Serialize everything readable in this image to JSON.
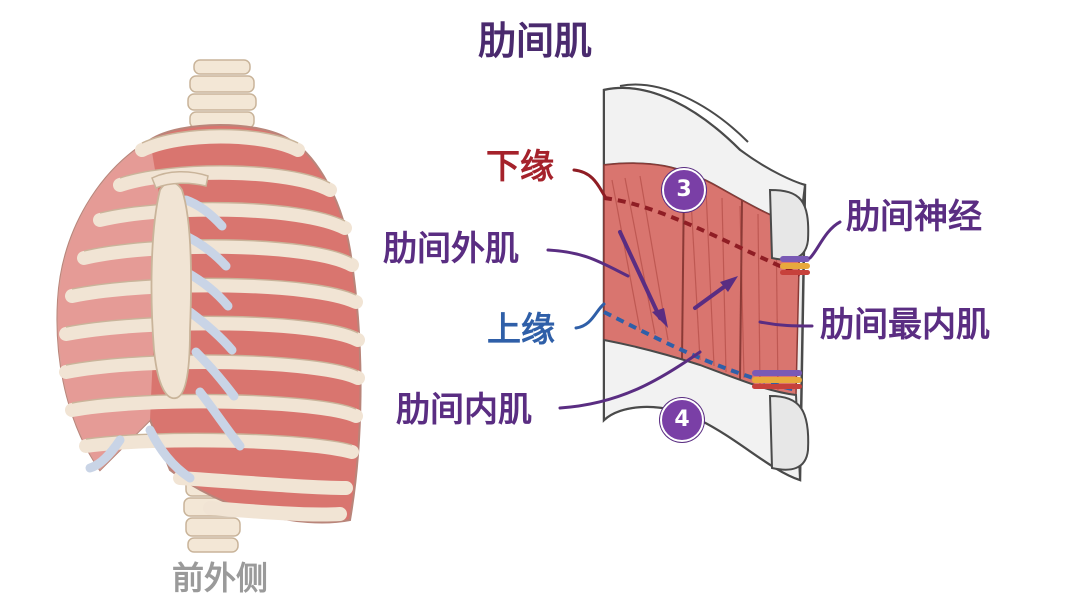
{
  "title": "肋间肌",
  "left_caption": "前外侧",
  "labels": {
    "lower_border": "下缘",
    "external_intercostal": "肋间外肌",
    "upper_border": "上缘",
    "internal_intercostal": "肋间内肌",
    "intercostal_nerve": "肋间神经",
    "innermost_intercostal": "肋间最内肌"
  },
  "rib_numbers": {
    "upper": "3",
    "lower": "4"
  },
  "colors": {
    "title": "#4a2a6e",
    "label_purple": "#5a2d82",
    "label_red": "#a5222b",
    "label_blue": "#2f5fa8",
    "muscle": "#d9756f",
    "rib": "#f1e4d4",
    "bone_panel": "#ececec",
    "cartilage": "#c9d4e6"
  }
}
